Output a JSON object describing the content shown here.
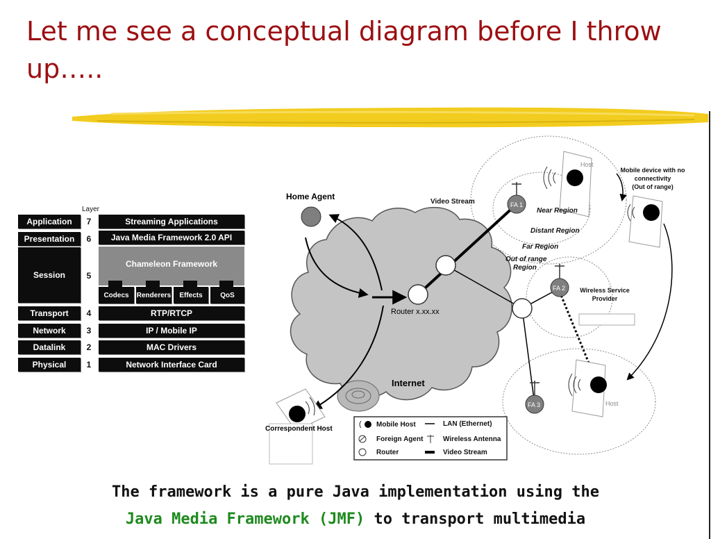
{
  "slide": {
    "title": "Let me see a conceptual diagram before I throw up…..",
    "caption_line1": "The framework is a pure Java implementation using the",
    "caption_line2_green": "Java Media Framework (JMF)",
    "caption_line2_rest": " to transport multimedia"
  },
  "stack": {
    "layer_heading": "Layer",
    "layers": [
      {
        "name": "Application",
        "num": "7",
        "component": "Streaming Applications"
      },
      {
        "name": "Presentation",
        "num": "6",
        "component": "Java Media Framework 2.0 API"
      },
      {
        "name": "Session",
        "num": "5",
        "component": "Chameleon Framework"
      },
      {
        "name": "Transport",
        "num": "4",
        "component": "RTP/RTCP"
      },
      {
        "name": "Network",
        "num": "3",
        "component": "IP / Mobile IP"
      },
      {
        "name": "Datalink",
        "num": "2",
        "component": "MAC Drivers"
      },
      {
        "name": "Physical",
        "num": "1",
        "component": "Network Interface Card"
      }
    ],
    "plugins": [
      "Codecs",
      "Renderers",
      "Effects",
      "QoS"
    ]
  },
  "network": {
    "home_agent": "Home Agent",
    "video_stream": "Video Stream",
    "router": "Router x.xx.xx",
    "internet": "Internet",
    "correspondent_host": "Correspondent Host",
    "fa1": "FA 1",
    "fa2": "FA 2",
    "fa3": "FA 3",
    "host_top": "Host",
    "host_bottom": "Host",
    "near_region": "Near Region",
    "distant_region": "Distant Region",
    "far_region": "Far Region",
    "out_of_range_1": "Out of range",
    "out_of_range_2": "Region",
    "mobile_nc_1": "Mobile device with no",
    "mobile_nc_2": "connectivity",
    "mobile_nc_3": "(Out of range)",
    "wsp_1": "Wireless Service",
    "wsp_2": "Provider"
  },
  "legend": {
    "mobile_host": "Mobile Host",
    "foreign_agent": "Foreign Agent",
    "router": "Router",
    "lan": "LAN (Ethernet)",
    "antenna": "Wireless Antenna",
    "video": "Video Stream"
  },
  "colors": {
    "title": "#9c0f12",
    "highlight": "#f2cc1e",
    "caption_green": "#1e8a1e",
    "cloud": "#c4c4c4",
    "agent": "#7f7f7f"
  }
}
